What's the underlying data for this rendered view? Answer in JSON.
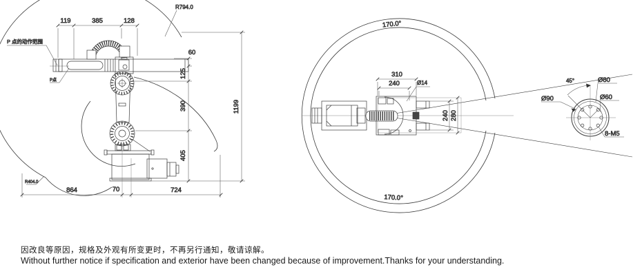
{
  "side_view": {
    "range_label": "P 点的动作范围",
    "p_point_label": "P点",
    "radius_outer": "R794.0",
    "radius_inner": "R404.0",
    "dim_top_1": "119",
    "dim_top_2": "385",
    "dim_top_3": "128",
    "dim_60": "60",
    "dim_125": "125",
    "dim_390": "390",
    "dim_405": "405",
    "dim_1199": "1199",
    "dim_864": "864",
    "dim_70": "70",
    "dim_724": "724"
  },
  "top_view": {
    "rotation_top": "170.0°",
    "rotation_bottom": "170.0°",
    "dim_310": "310",
    "dim_240_top": "240",
    "dia_14": "Ø14",
    "dim_240_right": "240",
    "dim_280_right": "280"
  },
  "flange_view": {
    "dia_90": "Ø90",
    "dia_80": "Ø80",
    "dia_60": "Ø60",
    "holes": "8-M5",
    "angle_45": "45°"
  },
  "footer": {
    "note_zh": "因改良等原因，规格及外观有所变更时，不再另行通知，敬请谅解。",
    "note_en": "Without further notice if specification and exterior have been changed because of improvement.Thanks for your understanding."
  }
}
